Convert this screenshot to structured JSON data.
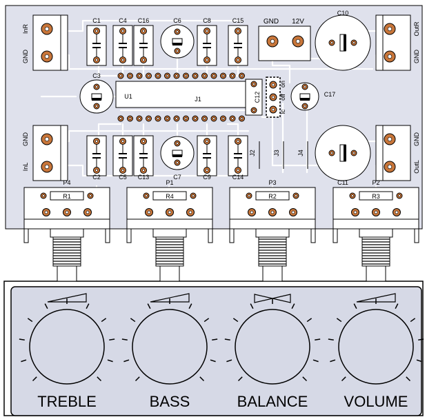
{
  "colors": {
    "board": "#dfe1ec",
    "trace": "#ffffff",
    "pad": "#c8763a",
    "panel": "#d6d9e6",
    "stroke": "#000000"
  },
  "board": {
    "connectors": {
      "in_right": {
        "pins": [
          "InR",
          "GND"
        ]
      },
      "in_left": {
        "pins": [
          "GND",
          "InL"
        ]
      },
      "out_right": {
        "pins": [
          "OutR",
          "GND"
        ]
      },
      "out_left": {
        "pins": [
          "GND",
          "OutL"
        ]
      },
      "power": {
        "pins": [
          "GND",
          "12V"
        ]
      }
    },
    "caps_top": [
      "C1",
      "C4",
      "C16",
      "C6",
      "C8",
      "C15"
    ],
    "caps_bottom": [
      "C2",
      "C5",
      "C13",
      "C7",
      "C9",
      "C14"
    ],
    "c3": "C3",
    "c10": "C10",
    "c11": "C11",
    "c12": "C12",
    "c17": "C17",
    "u1": "U1",
    "j1": "J1",
    "jumpers": [
      "J2",
      "J3",
      "J4"
    ],
    "switch_labels": [
      "lc",
      "off",
      "on"
    ],
    "pots": [
      {
        "label": "P4",
        "resistor": "R1"
      },
      {
        "label": "P1",
        "resistor": "R4"
      },
      {
        "label": "P3",
        "resistor": "R2"
      },
      {
        "label": "P2",
        "resistor": "R3"
      }
    ]
  },
  "panel": {
    "knobs": [
      {
        "label": "TREBLE",
        "symbol": "ramp-icon"
      },
      {
        "label": "BASS",
        "symbol": "ramp-icon"
      },
      {
        "label": "BALANCE",
        "symbol": "bowtie-icon"
      },
      {
        "label": "VOLUME",
        "symbol": "ramp-icon"
      }
    ]
  }
}
